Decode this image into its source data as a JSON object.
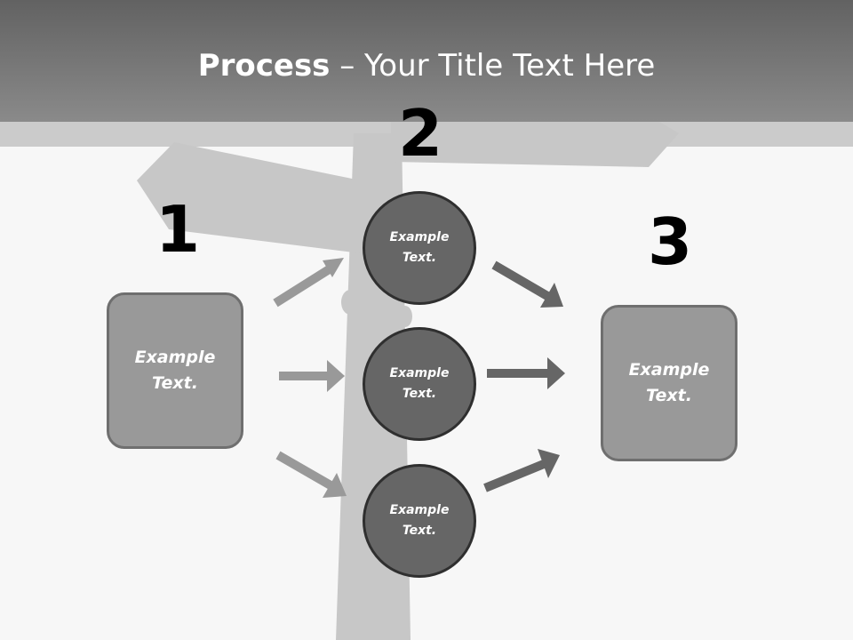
{
  "title": {
    "bold": "Process",
    "rest": " – Your Title Text Here"
  },
  "steps": {
    "one": {
      "number": "1",
      "box": {
        "line1": "Example",
        "line2": "Text."
      }
    },
    "two": {
      "number": "2",
      "circles": [
        {
          "line1": "Example",
          "line2": "Text."
        },
        {
          "line1": "Example",
          "line2": "Text."
        },
        {
          "line1": "Example",
          "line2": "Text."
        }
      ]
    },
    "three": {
      "number": "3",
      "box": {
        "line1": "Example",
        "line2": "Text."
      }
    }
  },
  "colors": {
    "header": "#777777",
    "background": "#f7f7f7",
    "signpost": "#c7c7c7",
    "box_fill": "#999999",
    "circle_fill": "#666666",
    "arrow_light": "#999999",
    "arrow_dark": "#666666"
  }
}
